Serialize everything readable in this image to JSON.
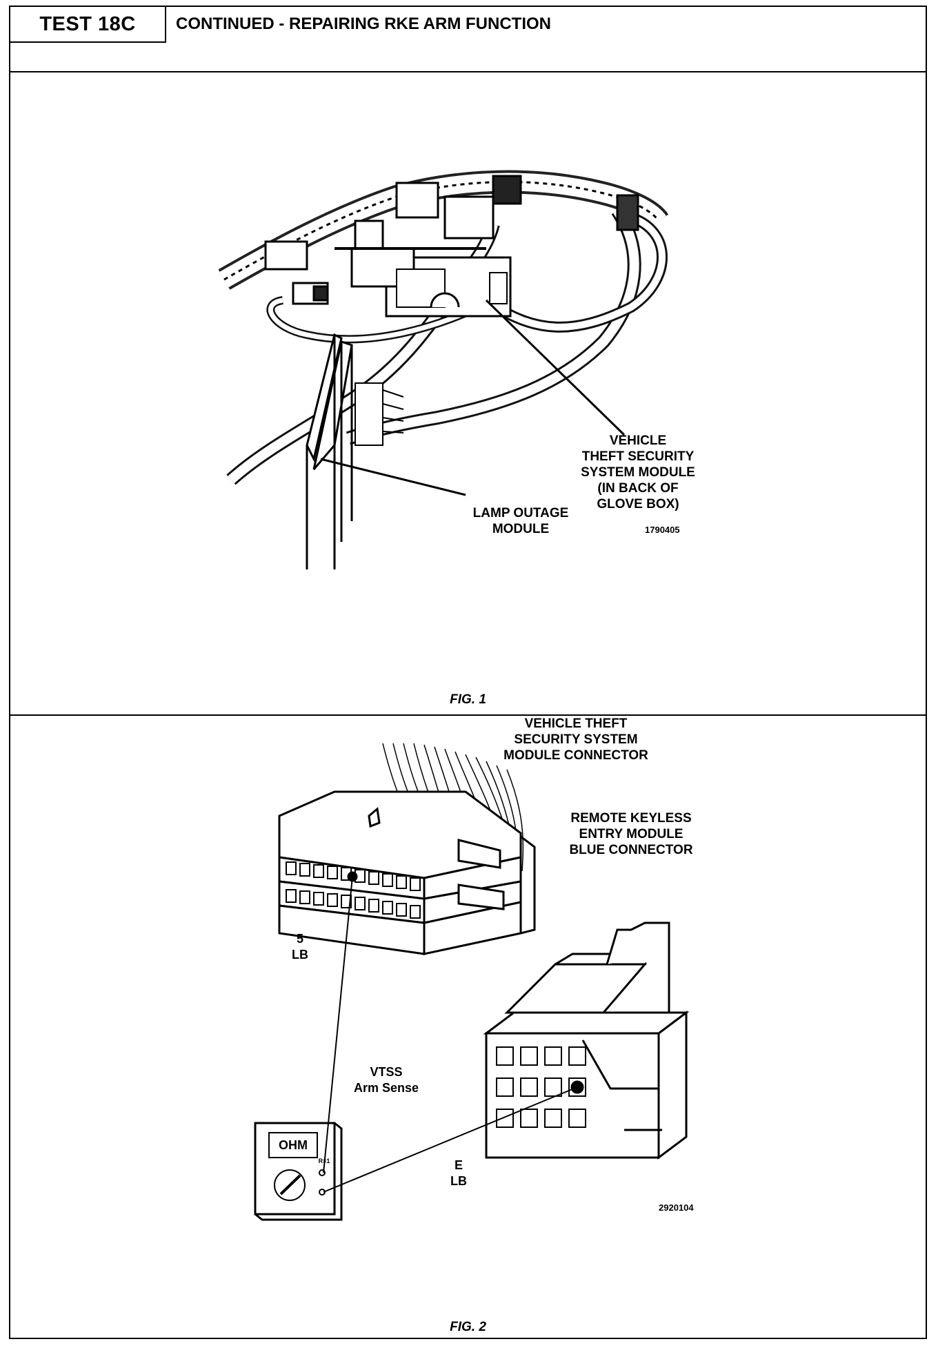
{
  "header": {
    "test_label": "TEST 18C",
    "title": "CONTINUED - REPAIRING RKE ARM FUNCTION"
  },
  "figure1": {
    "labels": {
      "vtss_module": [
        "VEHICLE",
        "THEFT SECURITY",
        "SYSTEM MODULE",
        "(IN BACK OF",
        "GLOVE BOX)"
      ],
      "lamp_outage": [
        "LAMP OUTAGE",
        "MODULE"
      ]
    },
    "figure_number": "1790405",
    "caption": "FIG. 1"
  },
  "figure2": {
    "labels": {
      "vtss_connector": [
        "VEHICLE THEFT",
        "SECURITY SYSTEM",
        "MODULE CONNECTOR"
      ],
      "rke_connector": [
        "REMOTE KEYLESS",
        "ENTRY MODULE",
        "BLUE CONNECTOR"
      ],
      "pin_5": [
        "5",
        "LB"
      ],
      "pin_e": [
        "E",
        "LB"
      ],
      "vtss_arm": [
        "VTSS",
        "Arm Sense"
      ],
      "meter_display": "OHM",
      "meter_range": "R×1"
    },
    "figure_number": "2920104",
    "caption": "FIG. 2"
  }
}
